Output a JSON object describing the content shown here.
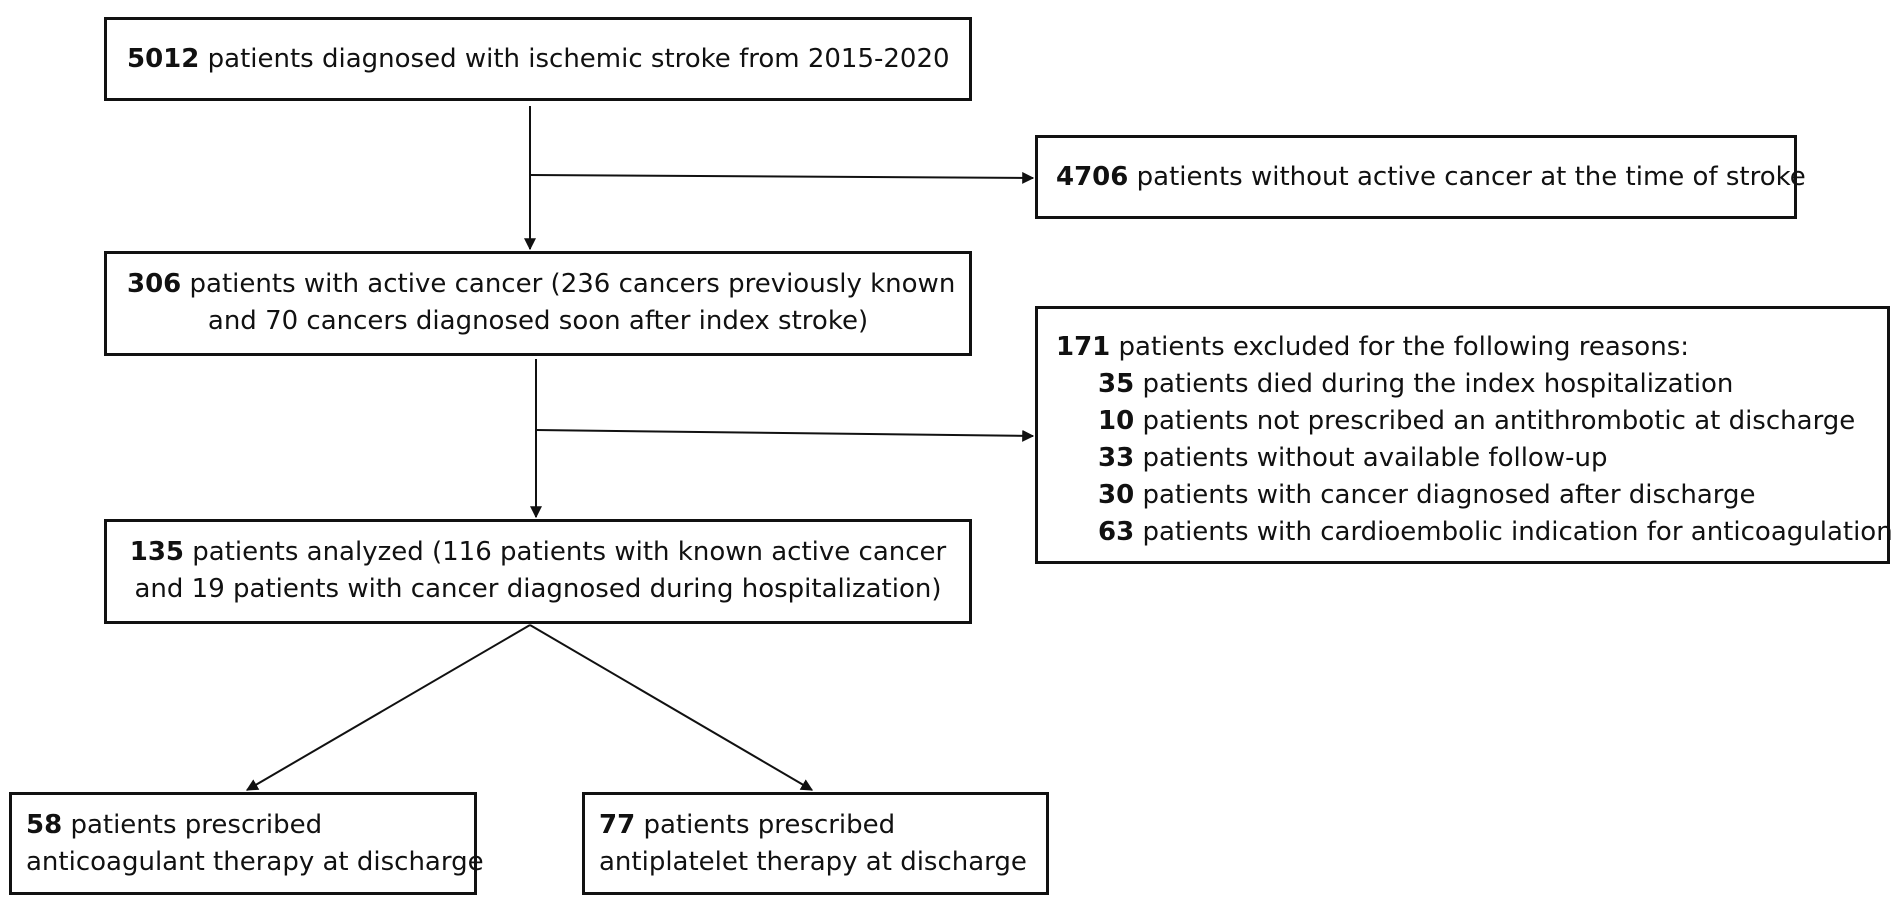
{
  "flow": {
    "total": {
      "count": "5012",
      "text": "patients diagnosed with ischemic stroke from 2015-2020"
    },
    "no_active_cancer": {
      "count": "4706",
      "text": "patients without active cancer at the time of stroke"
    },
    "active_cancer": {
      "count": "306",
      "line1": "patients with active cancer (236 cancers previously known",
      "line2": "and 70 cancers diagnosed soon after index stroke)"
    },
    "excluded": {
      "count": "171",
      "heading": "patients excluded for the following reasons:",
      "reasons": [
        {
          "count": "35",
          "text": "patients died during the index hospitalization"
        },
        {
          "count": "10",
          "text": "patients not prescribed an antithrombotic at discharge"
        },
        {
          "count": "33",
          "text": "patients without available follow-up"
        },
        {
          "count": "30",
          "text": "patients with cancer diagnosed after discharge"
        },
        {
          "count": "63",
          "text": "patients with cardioembolic indication for anticoagulation"
        }
      ]
    },
    "analyzed": {
      "count": "135",
      "line1": "patients analyzed (116 patients with known active cancer",
      "line2": "and 19 patients with cancer diagnosed during hospitalization)"
    },
    "anticoagulant": {
      "count": "58",
      "line1": "patients prescribed",
      "line2": "anticoagulant therapy at discharge"
    },
    "antiplatelet": {
      "count": "77",
      "line1": "patients prescribed",
      "line2": "antiplatelet therapy at discharge"
    }
  }
}
